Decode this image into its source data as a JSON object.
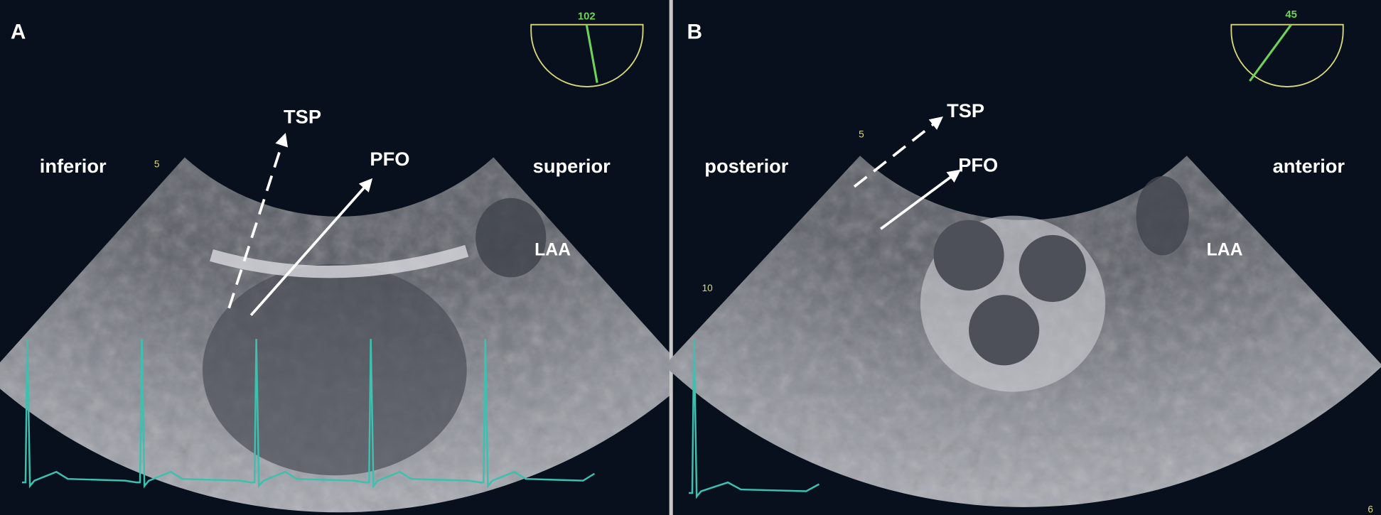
{
  "panels": [
    {
      "letter": "A",
      "probe_angle": "102",
      "left_label": "inferior",
      "right_label": "superior",
      "arrow_labels": {
        "dashed": "TSP",
        "solid": "PFO"
      },
      "structure_label": "LAA",
      "depth_markers": [
        "5"
      ]
    },
    {
      "letter": "B",
      "probe_angle": "45",
      "left_label": "posterior",
      "right_label": "anterior",
      "arrow_labels": {
        "dashed": "TSP",
        "solid": "PFO"
      },
      "structure_label": "LAA",
      "depth_markers": [
        "5",
        "10",
        "6"
      ]
    }
  ],
  "colors": {
    "background": "#07101c",
    "ecg": "#3cc0b0",
    "overlay": "#d8d87a",
    "angle": "#6fd35a",
    "divider": "#c8c8c8"
  }
}
